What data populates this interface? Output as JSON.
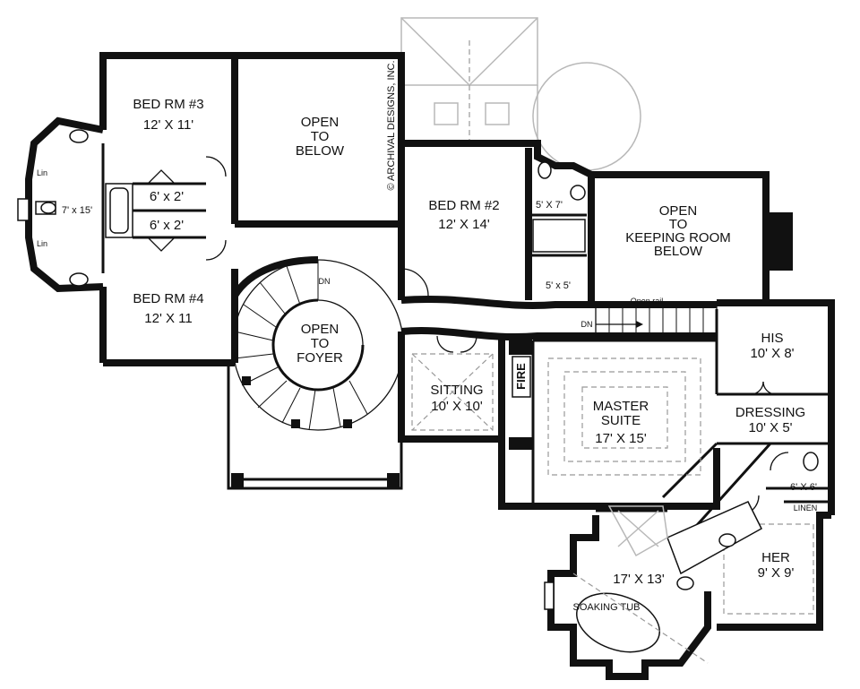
{
  "watermark": "© ARCHIVAL DESIGNS, INC.",
  "rooms": {
    "bed3": {
      "name": "BED RM #3",
      "size": "12' X 11'"
    },
    "bed4": {
      "name": "BED RM #4",
      "size": "12' X 11"
    },
    "bed2": {
      "name": "BED RM #2",
      "size": "12' X 14'"
    },
    "open_below": {
      "l1": "OPEN",
      "l2": "TO",
      "l3": "BELOW"
    },
    "open_keeping": {
      "l1": "OPEN",
      "l2": "TO",
      "l3": "KEEPING ROOM",
      "l4": "BELOW"
    },
    "open_foyer": {
      "l1": "OPEN",
      "l2": "TO",
      "l3": "FOYER"
    },
    "sitting": {
      "name": "SITTING",
      "size": "10' X 10'"
    },
    "master": {
      "name": "MASTER",
      "name2": "SUITE",
      "size": "17' X 15'"
    },
    "his": {
      "name": "HIS",
      "size": "10' X 8'"
    },
    "dressing": {
      "name": "DRESSING",
      "size": "10' X 5'"
    },
    "her": {
      "name": "HER",
      "size": "9' X 9'"
    },
    "bath_master": {
      "size": "17' X 13'"
    }
  },
  "small_labels": {
    "closet_a": "6' x 2'",
    "closet_b": "6' x 2'",
    "bath_shared": "7' x 15'",
    "lin_top": "Lin",
    "lin_bottom": "Lin",
    "bath2_top": "5' X 7'",
    "bath2_closet": "5' x 5'",
    "wc_master": "6' X 6'",
    "linen": "LINEN",
    "fire": "FIRE",
    "soaking_tub": "SOAKING TUB",
    "dn_stair": "DN",
    "dn_rail": "DN",
    "open_rail": "Open rail"
  }
}
